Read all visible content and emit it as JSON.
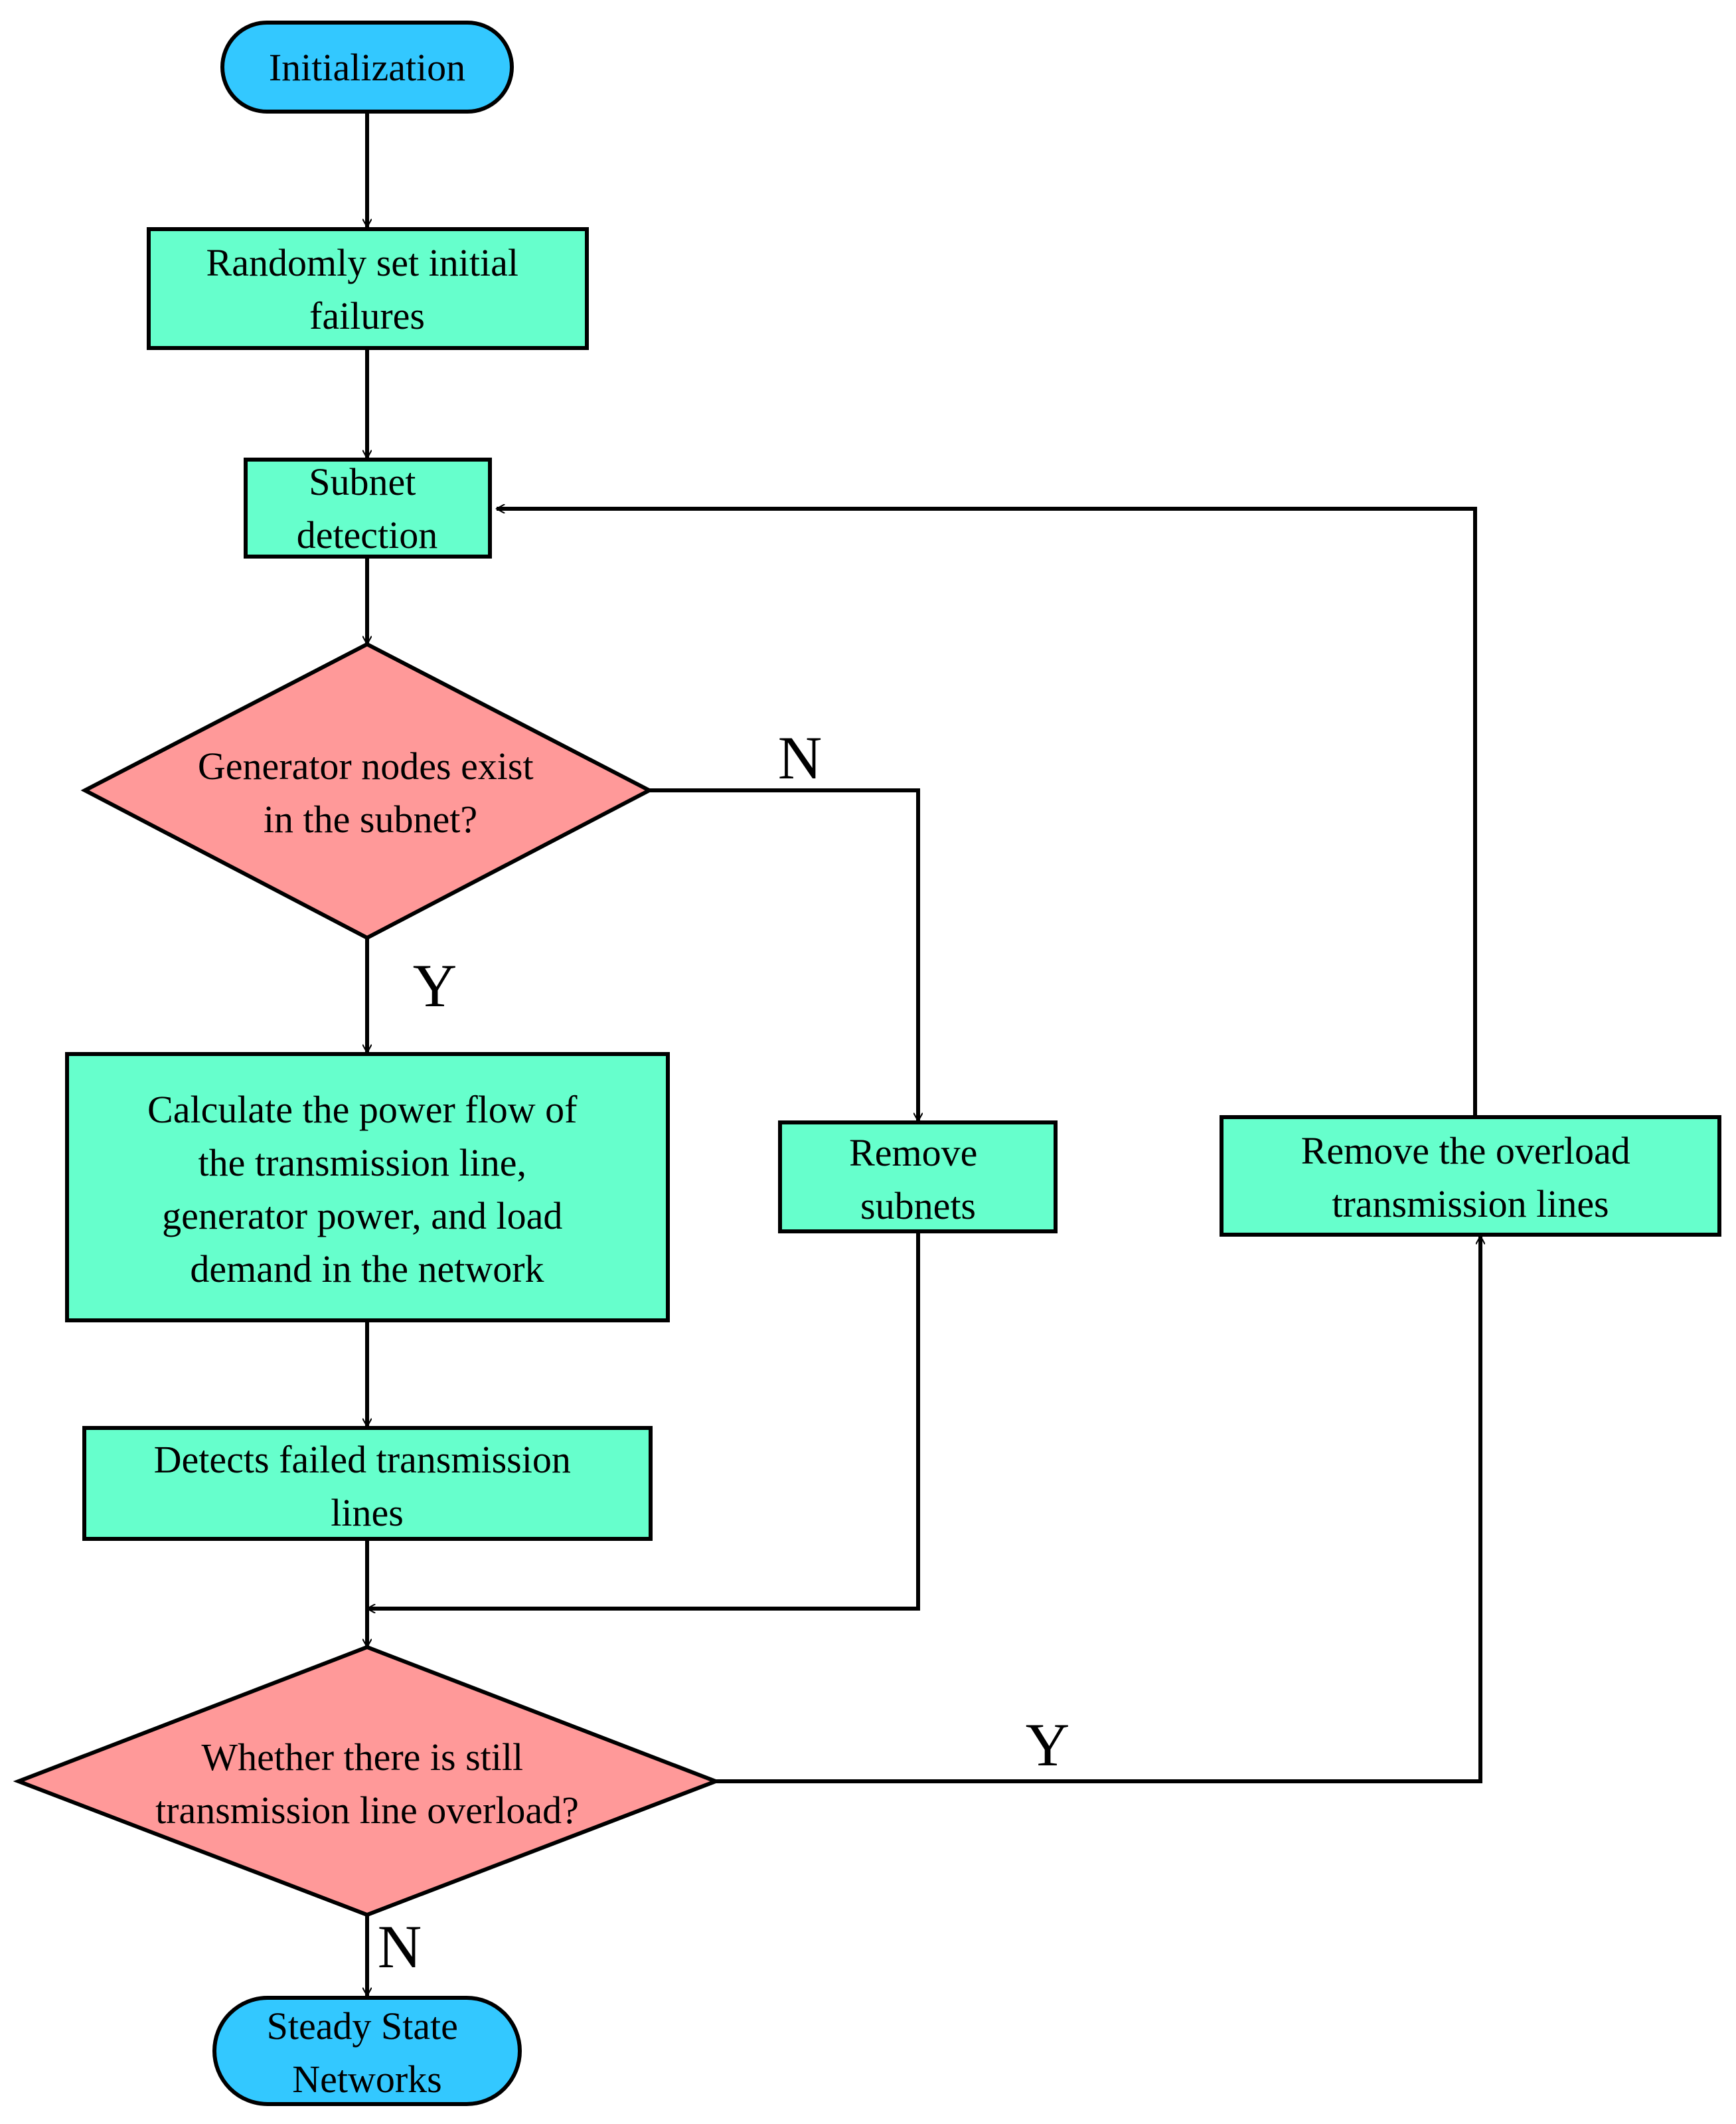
{
  "colors": {
    "terminal": "#33C8FF",
    "process": "#66FFCC",
    "decision": "#FF9999",
    "line": "#000000"
  },
  "nodes": {
    "start": {
      "lines": [
        "Initialization"
      ]
    },
    "random_failures": {
      "lines": [
        "Randomly set initial",
        "failures"
      ]
    },
    "subnet_detection": {
      "lines": [
        "Subnet",
        "detection"
      ]
    },
    "generator_check": {
      "lines": [
        "Generator nodes exist",
        "in the subnet?"
      ]
    },
    "power_flow": {
      "lines": [
        "Calculate the power flow of",
        "the transmission line,",
        "generator power, and load",
        "demand in the network"
      ]
    },
    "remove_subnets": {
      "lines": [
        "Remove",
        "subnets"
      ]
    },
    "remove_overload": {
      "lines": [
        "Remove the overload",
        "transmission lines"
      ]
    },
    "detect_failed": {
      "lines": [
        "Detects failed transmission",
        "lines"
      ]
    },
    "overload_check": {
      "lines": [
        "Whether there is still",
        "transmission line overload?"
      ]
    },
    "end": {
      "lines": [
        "Steady State",
        "Networks"
      ]
    }
  },
  "edge_labels": {
    "generator_no": "N",
    "generator_yes": "Y",
    "overload_yes": "Y",
    "overload_no": "N"
  }
}
